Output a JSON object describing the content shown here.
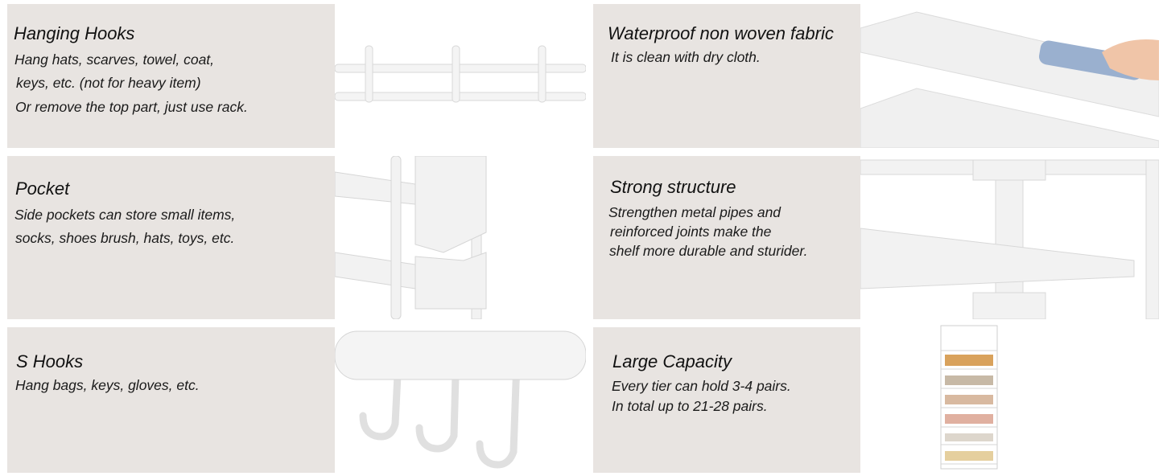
{
  "features": [
    {
      "title": "Hanging Hooks",
      "lines": [
        "Hang hats, scarves, towel, coat,",
        "keys, etc. (not for heavy item)",
        "Or remove the top part, just use rack."
      ]
    },
    {
      "title": "Pocket",
      "lines": [
        "Side pockets can store small items,",
        "socks, shoes brush, hats, toys, etc."
      ]
    },
    {
      "title": "S Hooks",
      "lines": [
        "Hang bags, keys, gloves, etc."
      ]
    },
    {
      "title": "Waterproof non woven fabric",
      "lines": [
        "It is clean with dry cloth."
      ]
    },
    {
      "title": "Strong structure",
      "lines": [
        "Strengthen metal pipes and",
        "reinforced joints make the",
        "shelf more durable and sturider."
      ]
    },
    {
      "title": "Large Capacity",
      "lines": [
        "Every tier can hold 3-4 pairs.",
        "In total up to 21-28 pairs."
      ]
    }
  ],
  "colors": {
    "panel": "#e8e4e1",
    "text": "#111111"
  }
}
